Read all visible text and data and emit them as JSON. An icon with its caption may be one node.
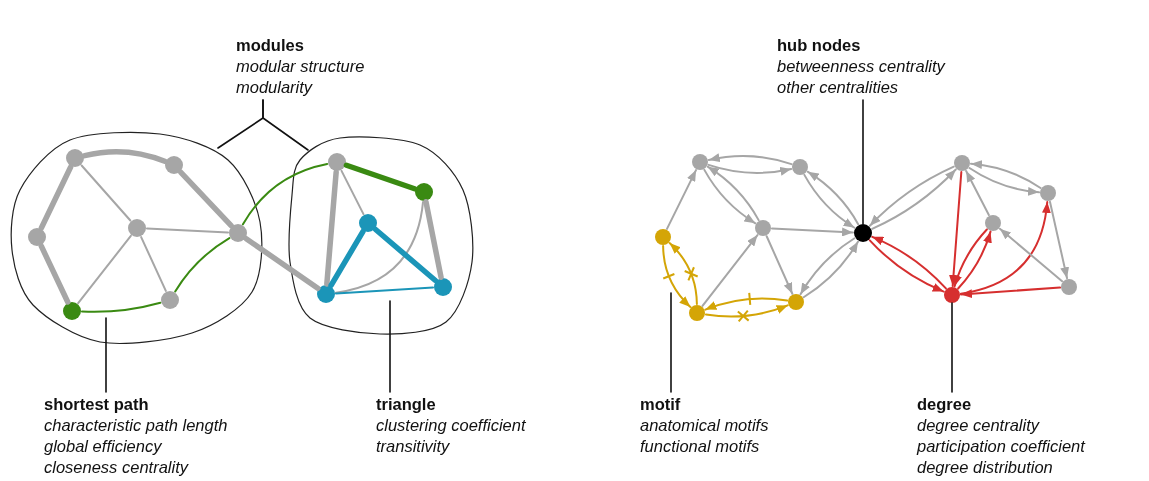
{
  "diagram": {
    "nodes": [
      {
        "text": [
          "modules",
          "modular structure",
          "modularity"
        ]
      },
      {
        "text": [
          "hub nodes",
          "betweenness centrality",
          "other centralities"
        ]
      },
      {
        "text": [],
        "shape": "blob"
      },
      {
        "text": [],
        "shape": "blob"
      },
      {
        "text": [],
        "shape": "circle",
        "in": 2
      },
      {
        "text": [],
        "shape": "circle",
        "in": 2
      },
      {
        "text": [],
        "shape": "circle",
        "in": 2
      },
      {
        "text": [],
        "shape": "circle",
        "in": 2
      },
      {
        "text": [],
        "shape": "circle",
        "in": 2
      },
      {
        "text": [],
        "shape": "circle",
        "in": 2
      },
      {
        "text": [],
        "shape": "circle",
        "in": 2
      },
      {
        "text": [],
        "shape": "circle",
        "in": 3
      },
      {
        "text": [],
        "shape": "circle",
        "in": 3
      },
      {
        "text": [],
        "shape": "circle",
        "in": 3
      },
      {
        "text": [],
        "shape": "circle",
        "in": 3
      },
      {
        "text": [],
        "shape": "circle",
        "in": 3
      },
      {
        "text": [],
        "shape": "circle"
      },
      {
        "text": [],
        "shape": "circle"
      },
      {
        "text": [],
        "shape": "circle"
      },
      {
        "text": [],
        "shape": "circle"
      },
      {
        "text": [],
        "shape": "circle"
      },
      {
        "text": [],
        "shape": "circle"
      },
      {
        "text": [],
        "shape": "circle"
      },
      {
        "text": [],
        "shape": "circle"
      },
      {
        "text": [],
        "shape": "circle"
      },
      {
        "text": [],
        "shape": "circle"
      },
      {
        "text": [],
        "shape": "circle"
      },
      {
        "text": [],
        "shape": "circle"
      },
      {
        "text": [
          "shortest path",
          "characteristic path length",
          "global efficiency",
          "closeness centrality"
        ]
      },
      {
        "text": [
          "triangle",
          "clustering coefficient",
          "transitivity"
        ]
      },
      {
        "text": [
          "motif",
          "anatomical motifs",
          "functional motifs"
        ]
      },
      {
        "text": [
          "degree",
          "degree centrality",
          "participation coefficient",
          "degree distribution"
        ]
      }
    ],
    "edges": [
      {
        "from": 0,
        "to": 2,
        "arrow": "none",
        "color": "#111111"
      },
      {
        "from": 0,
        "to": 3,
        "arrow": "none",
        "color": "#111111"
      },
      {
        "from": 4,
        "to": 5,
        "arrow": "none",
        "style": "thick"
      },
      {
        "from": 4,
        "to": 6,
        "arrow": "none",
        "style": "thick"
      },
      {
        "from": 4,
        "to": 7,
        "arrow": "none"
      },
      {
        "from": 5,
        "to": 8,
        "arrow": "none",
        "style": "thick"
      },
      {
        "from": 6,
        "to": 9,
        "arrow": "none",
        "style": "thick"
      },
      {
        "from": 7,
        "to": 8,
        "arrow": "none"
      },
      {
        "from": 7,
        "to": 9,
        "arrow": "none"
      },
      {
        "from": 7,
        "to": 10,
        "arrow": "none"
      },
      {
        "from": 8,
        "to": 14,
        "arrow": "none",
        "style": "thick"
      },
      {
        "from": 9,
        "to": 10,
        "arrow": "none",
        "color": "#3a8a12"
      },
      {
        "from": 10,
        "to": 8,
        "arrow": "none",
        "color": "#3a8a12"
      },
      {
        "from": 8,
        "to": 11,
        "arrow": "none",
        "color": "#3a8a12"
      },
      {
        "from": 11,
        "to": 12,
        "arrow": "none",
        "style": "thick",
        "color": "#3a8a12"
      },
      {
        "from": 11,
        "to": 14,
        "arrow": "none",
        "style": "thick"
      },
      {
        "from": 11,
        "to": 13,
        "arrow": "none"
      },
      {
        "from": 12,
        "to": 15,
        "arrow": "none",
        "style": "thick"
      },
      {
        "from": 12,
        "to": 14,
        "arrow": "none"
      },
      {
        "from": 13,
        "to": 14,
        "arrow": "none",
        "style": "thick",
        "color": "#1b95b8"
      },
      {
        "from": 13,
        "to": 15,
        "arrow": "none",
        "style": "thick",
        "color": "#1b95b8"
      },
      {
        "from": 14,
        "to": 15,
        "arrow": "none",
        "color": "#1b95b8"
      },
      {
        "from": 28,
        "to": null,
        "arrow": "none",
        "color": "#111111"
      },
      {
        "from": 29,
        "to": null,
        "arrow": "none",
        "color": "#111111"
      },
      {
        "from": 16,
        "to": 17,
        "arrow": "to"
      },
      {
        "from": 17,
        "to": 16,
        "arrow": "to"
      },
      {
        "from": 18,
        "to": 16,
        "arrow": "to"
      },
      {
        "from": 16,
        "to": 19,
        "arrow": "to"
      },
      {
        "from": 19,
        "to": 16,
        "arrow": "to"
      },
      {
        "from": 17,
        "to": 20,
        "arrow": "to"
      },
      {
        "from": 20,
        "to": 17,
        "arrow": "to"
      },
      {
        "from": 19,
        "to": 20,
        "arrow": "to"
      },
      {
        "from": 19,
        "to": 22,
        "arrow": "to"
      },
      {
        "from": 21,
        "to": 19,
        "arrow": "to"
      },
      {
        "from": 20,
        "to": 22,
        "arrow": "to"
      },
      {
        "from": 22,
        "to": 20,
        "arrow": "to"
      },
      {
        "from": 18,
        "to": 21,
        "arrow": "to",
        "color": "#d4a506"
      },
      {
        "from": 21,
        "to": 18,
        "arrow": "to",
        "color": "#d4a506"
      },
      {
        "from": 21,
        "to": 22,
        "arrow": "to",
        "color": "#d4a506"
      },
      {
        "from": 22,
        "to": 21,
        "arrow": "to",
        "color": "#d4a506"
      },
      {
        "from": 20,
        "to": 23,
        "arrow": "to"
      },
      {
        "from": 23,
        "to": 20,
        "arrow": "to"
      },
      {
        "from": 20,
        "to": 26,
        "arrow": "to",
        "color": "#d62f2f"
      },
      {
        "from": 26,
        "to": 20,
        "arrow": "to",
        "color": "#d62f2f"
      },
      {
        "from": 23,
        "to": 26,
        "arrow": "to",
        "color": "#d62f2f"
      },
      {
        "from": 25,
        "to": 26,
        "arrow": "to",
        "color": "#d62f2f"
      },
      {
        "from": 26,
        "to": 25,
        "arrow": "to",
        "color": "#d62f2f"
      },
      {
        "from": 26,
        "to": 24,
        "arrow": "to",
        "color": "#d62f2f"
      },
      {
        "from": 27,
        "to": 26,
        "arrow": "to",
        "color": "#d62f2f"
      },
      {
        "from": 23,
        "to": 24,
        "arrow": "to"
      },
      {
        "from": 24,
        "to": 23,
        "arrow": "to"
      },
      {
        "from": 25,
        "to": 23,
        "arrow": "to"
      },
      {
        "from": 24,
        "to": 27,
        "arrow": "to"
      },
      {
        "from": 27,
        "to": 25,
        "arrow": "to"
      },
      {
        "from": 1,
        "to": 20,
        "arrow": "none",
        "color": "#111111"
      },
      {
        "from": 30,
        "to": null,
        "arrow": "none",
        "color": "#111111"
      },
      {
        "from": 31,
        "to": 26,
        "arrow": "none",
        "color": "#111111"
      }
    ]
  }
}
